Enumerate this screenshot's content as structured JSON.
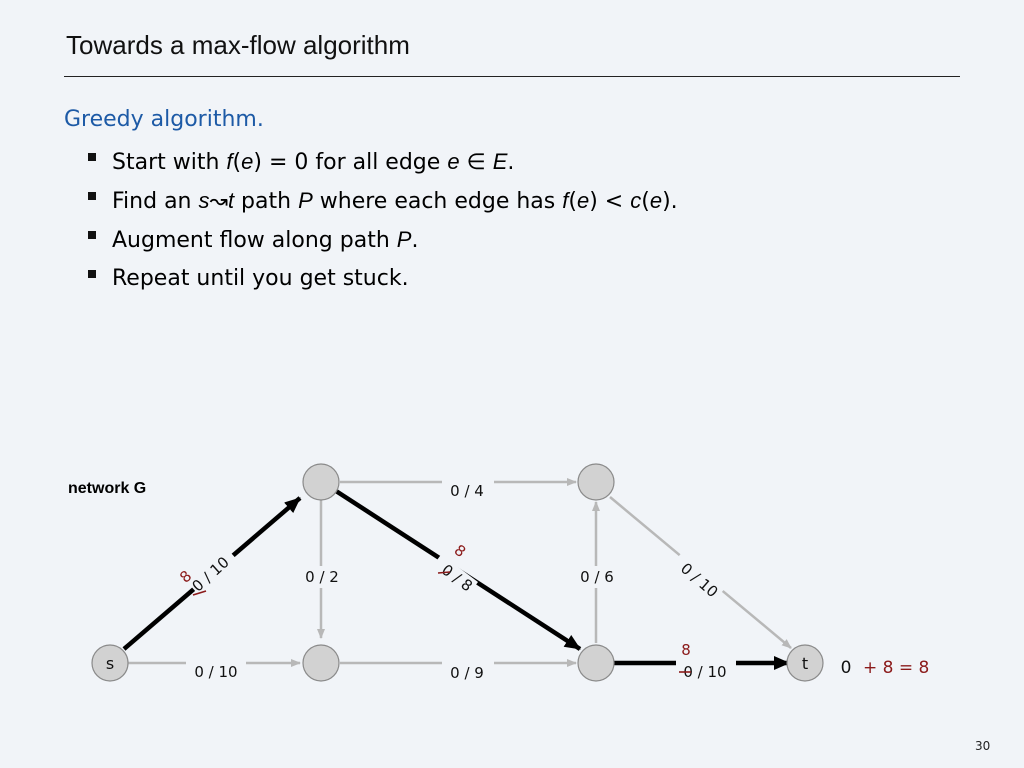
{
  "slide": {
    "title": "Towards a max-flow algorithm",
    "heading": "Greedy algorithm.",
    "page_number": "30",
    "network_label": "network G"
  },
  "bullets": {
    "b1": {
      "t1": "Start with ",
      "f": "f",
      "p1": "(",
      "e1": "e",
      "p2": ") = 0 for all edge ",
      "e2": "e",
      "in": " ∈ ",
      "E": "E",
      "end": "."
    },
    "b2": {
      "t1": "Find an ",
      "s": "s",
      "squig": "↝",
      "t": "t",
      "t2": " path ",
      "P": "P",
      "t3": " where each edge has ",
      "f": "f",
      "p1": "(",
      "e1": "e",
      "lt": ") < ",
      "c": "c",
      "p3": "(",
      "e2": "e",
      "end": ")."
    },
    "b3": {
      "t1": "Augment flow along path ",
      "P": "P",
      "end": "."
    },
    "b4": {
      "t1": "Repeat until you get stuck."
    }
  },
  "graph": {
    "nodes": {
      "s": "s",
      "t": "t"
    },
    "edges": {
      "s_a": {
        "label": "0 / 10",
        "old": "0",
        "new": "8"
      },
      "s_d": {
        "label": "0 / 10"
      },
      "a_b": {
        "label": "0 / 4"
      },
      "a_d": {
        "label": "0 / 2"
      },
      "a_e": {
        "label": "0 / 8",
        "old": "0",
        "new": "8"
      },
      "e_b": {
        "label": "0 / 6"
      },
      "b_t": {
        "label": "0 / 10"
      },
      "d_e": {
        "label": "0 / 9"
      },
      "e_t": {
        "label": "0 / 10",
        "old": "0",
        "new": "8"
      }
    },
    "flow_value": {
      "start": "0",
      "add": "+ 8 = 8"
    }
  },
  "colors": {
    "heading": "#1d5aa6",
    "highlight": "#8b1a1a",
    "edge_gray": "#b8b8b8",
    "node_fill": "#d2d2d2"
  }
}
